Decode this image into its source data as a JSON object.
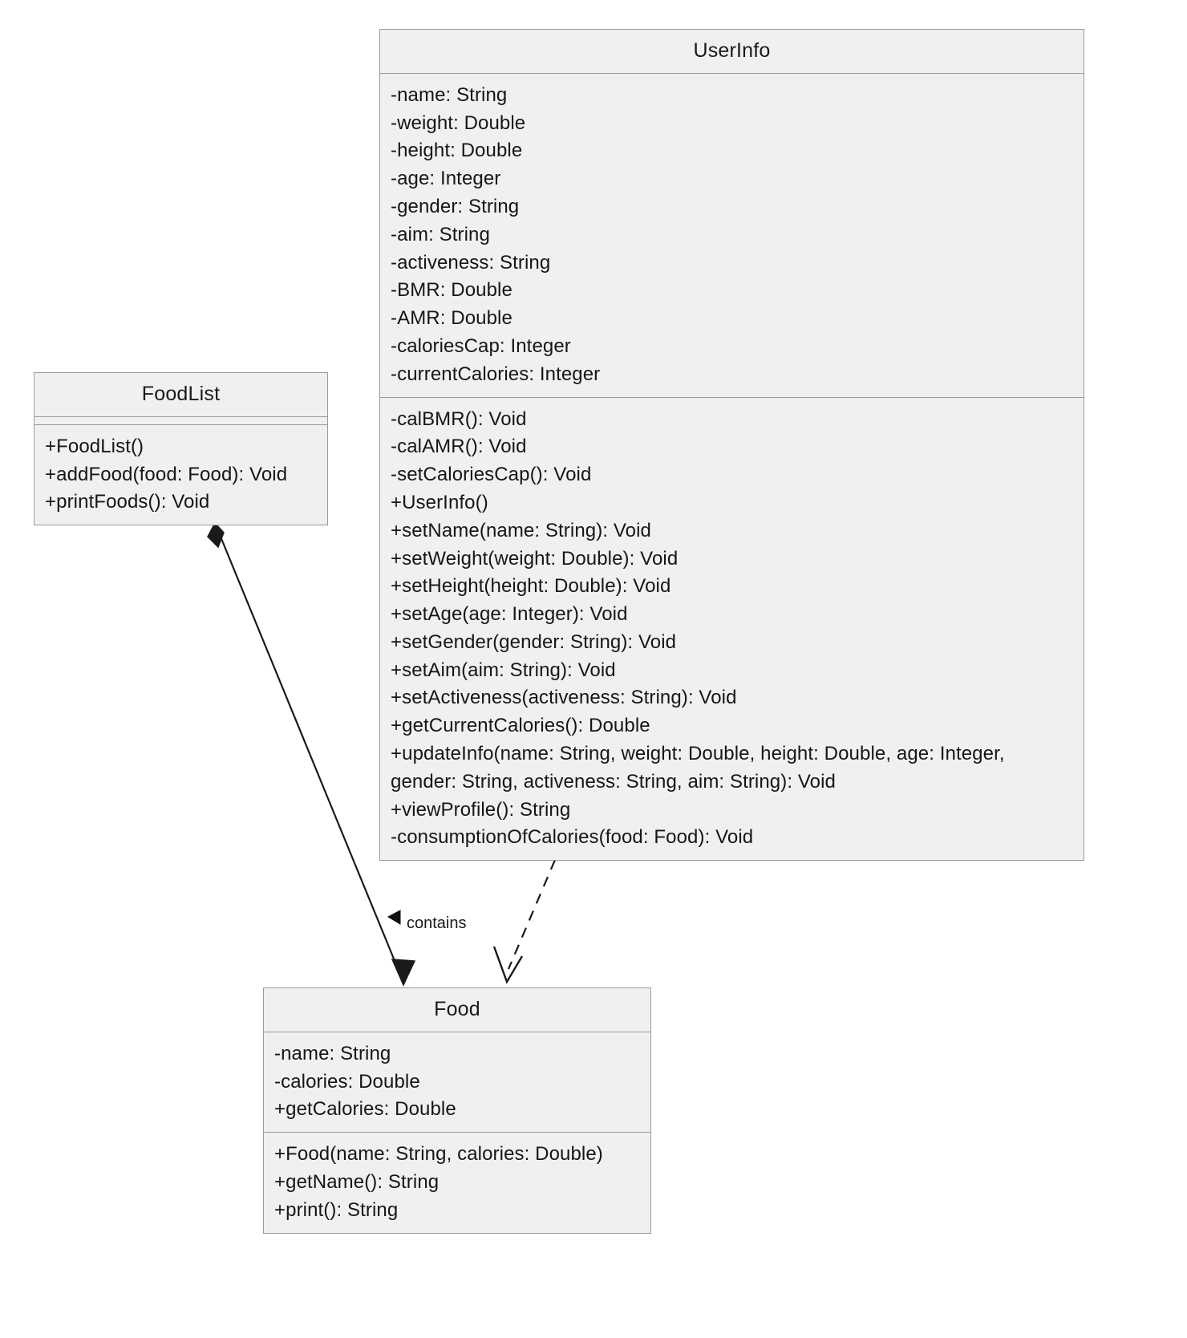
{
  "diagram": {
    "type": "uml-class-diagram",
    "background_color": "#ffffff",
    "class_fill_color": "#f0f0f0",
    "class_border_color": "#9a9a9a",
    "text_color": "#161616"
  },
  "classes": [
    {
      "id": "userinfo",
      "name": "UserInfo",
      "attributes": [
        "-name: String",
        "-weight: Double",
        "-height: Double",
        "-age: Integer",
        "-gender: String",
        "-aim: String",
        "-activeness: String",
        "-BMR: Double",
        "-AMR: Double",
        "-caloriesCap: Integer",
        "-currentCalories: Integer"
      ],
      "methods": [
        "-calBMR(): Void",
        "-calAMR(): Void",
        "-setCaloriesCap(): Void",
        "+UserInfo()",
        "+setName(name: String): Void",
        "+setWeight(weight: Double): Void",
        "+setHeight(height: Double): Void",
        "+setAge(age: Integer): Void",
        "+setGender(gender: String): Void",
        "+setAim(aim: String): Void",
        "+setActiveness(activeness: String): Void",
        "+getCurrentCalories(): Double",
        "+updateInfo(name: String, weight: Double, height: Double, age: Integer, gender: String, activeness: String, aim: String): Void",
        "+viewProfile(): String",
        "-consumptionOfCalories(food: Food): Void"
      ]
    },
    {
      "id": "foodlist",
      "name": "FoodList",
      "attributes": [],
      "methods": [
        "+FoodList()",
        "+addFood(food: Food): Void",
        "+printFoods(): Void"
      ]
    },
    {
      "id": "food",
      "name": "Food",
      "attributes": [
        "-name: String",
        "-calories: Double",
        "+getCalories: Double"
      ],
      "methods": [
        "+Food(name: String, calories: Double)",
        "+getName(): String",
        "+print(): String"
      ]
    }
  ],
  "relationships": [
    {
      "id": "foodlist-contains-food",
      "from": "FoodList",
      "to": "Food",
      "label": "contains",
      "kind": "composition",
      "line_style": "solid",
      "source_decoration": "filled-diamond",
      "target_decoration": "open-arrow"
    },
    {
      "id": "userinfo-uses-food",
      "from": "UserInfo",
      "to": "Food",
      "label": "",
      "kind": "dependency",
      "line_style": "dashed",
      "source_decoration": "none",
      "target_decoration": "open-arrow"
    }
  ]
}
